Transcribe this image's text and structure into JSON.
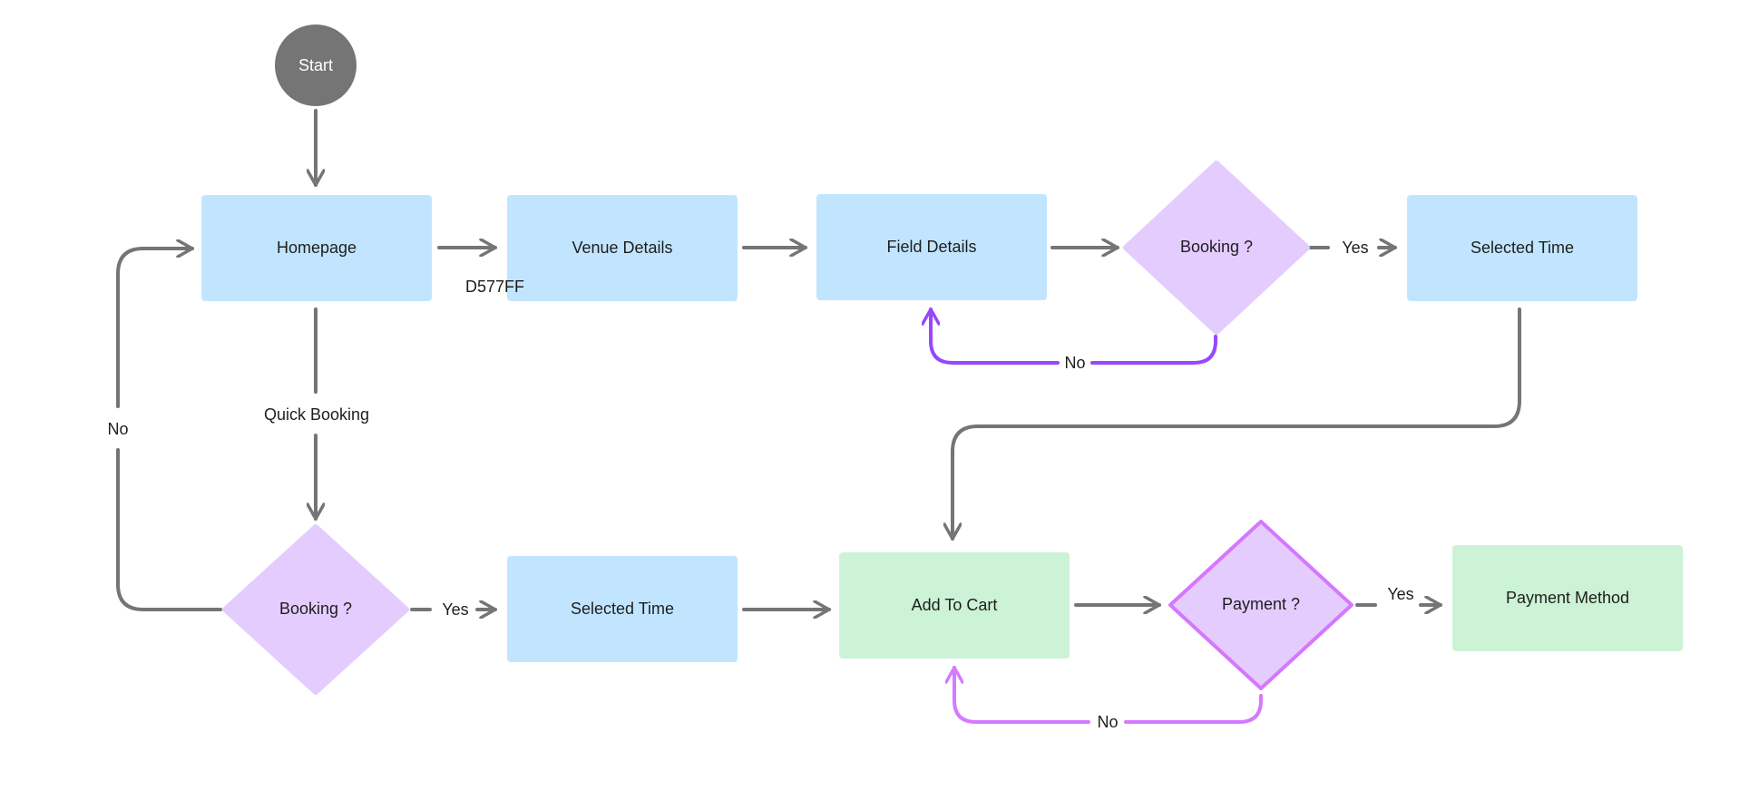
{
  "colors": {
    "process_blue": "#C2E5FF",
    "process_green": "#CCF3D5",
    "decision_purple": "#E4CCFF",
    "start_gray": "#757575",
    "arrow_gray": "#757575",
    "arrow_violet": "#9747FF",
    "arrow_pink": "#D57AFF",
    "payment_border": "#D577FF"
  },
  "nodes": {
    "start": "Start",
    "homepage": "Homepage",
    "venue_details": "Venue Details",
    "field_details": "Field Details",
    "booking_top": "Booking ?",
    "selected_time_top": "Selected Time",
    "booking_bottom": "Booking ?",
    "selected_time_bottom": "Selected Time",
    "add_to_cart": "Add To Cart",
    "payment": "Payment ?",
    "payment_method": "Payment Method"
  },
  "edge_labels": {
    "stray_text": "D577FF",
    "quick_booking": "Quick Booking",
    "no_left": "No",
    "yes_top": "Yes",
    "no_top": "No",
    "yes_bottom": "Yes",
    "yes_payment": "Yes",
    "no_payment": "No"
  }
}
